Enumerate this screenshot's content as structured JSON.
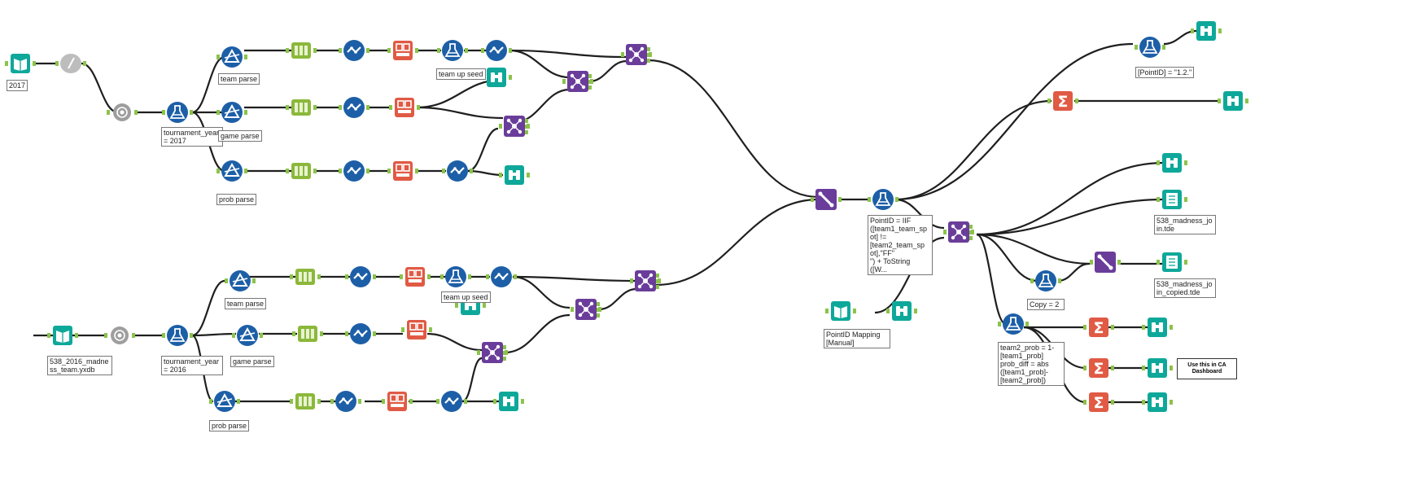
{
  "colors": {
    "input": "#0ea89a",
    "browse": "#0ea89a",
    "select": "#1d5fa7",
    "formula": "#1d5fa7",
    "textToColumns": "#8bb83a",
    "crosstab": "#e05a44",
    "join": "#6a3d9a",
    "summarize": "#e05a44",
    "output": "#0ea89a",
    "comment": "#bdbdbd"
  },
  "icons": {
    "input": "book-icon",
    "browse": "binoculars-icon",
    "filter": "flask-icon",
    "select": "checkmark-icon",
    "textToColumns": "columns-icon",
    "crosstab": "table-icon",
    "join": "join-icon",
    "summarize": "sigma-icon",
    "output": "document-icon",
    "dynamicRename": "triangle-icon",
    "sample": "sample-icon"
  },
  "labels": {
    "input2017": "2017",
    "tournamentYear2017": "tournament_year\n= 2017",
    "teamParse1": "team parse",
    "gameParse1": "game parse",
    "probParse1": "prob parse",
    "teamUpseed1": "team up seed",
    "input2016": "538_2016_madne\nss_team.yxdb",
    "tournamentYear2016": "tournament_year\n= 2016",
    "teamParse2": "team parse",
    "gameParse2": "game parse",
    "probParse2": "prob parse",
    "teamUpseed2": "team up seed",
    "pointIdFormula": "PointID = IIF\n([team1_team_sp\not] !=\n[team2_team_sp\not],\"FF\"\n\") + ToString\n([W...",
    "pointIdMapping": "PointID Mapping\n[Manual]",
    "pointIdFilter": "[PointID] = \"1.2.\"",
    "output1": "538_madness_jo\nin.tde",
    "output2": "538_madness_jo\nin_copied.tde",
    "copy2": "Copy = 2",
    "team2Formula": "team2_prob = 1-\n[team1_prob]\nprob_diff = abs\n([team1_prob]-\n[team2_prob])",
    "note": "Use this in CA\nDashboard"
  }
}
